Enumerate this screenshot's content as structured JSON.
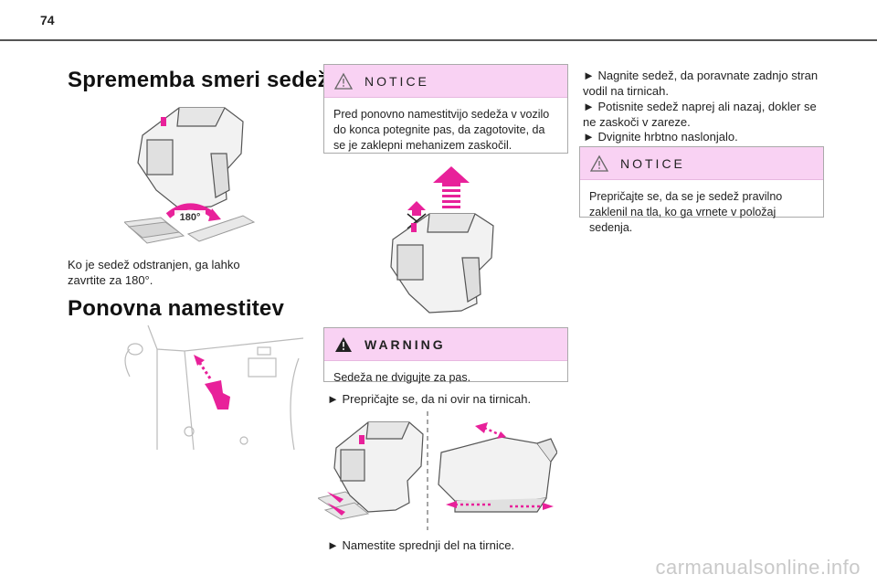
{
  "page_number": "74",
  "left": {
    "heading1": "Sprememba smeri sedeža",
    "badge_180": "180°",
    "paragraph1": "Ko je sedež odstranjen, ga lahko zavrtite za 180°.",
    "heading2": "Ponovna namestitev"
  },
  "middle": {
    "notice_title": "NOTICE",
    "notice_text": "Pred ponovno namestitvijo sedeža v vozilo do konca potegnite pas, da zagotovite, da se je zaklepni mehanizem zaskočil.",
    "warning_title": "WARNING",
    "warning_text": "Sedeža ne dvigujte za pas.",
    "step1": "► Prepričajte se, da ni ovir na tirnicah.",
    "step2": "► Namestite sprednji del na tirnice."
  },
  "right": {
    "step_a": "► Nagnite sedež, da poravnate zadnjo stran vodil na tirnicah.",
    "step_b": "► Potisnite sedež naprej ali nazaj, dokler se ne zaskoči v zareze.",
    "step_c": "► Dvignite hrbtno naslonjalo.",
    "notice_title": "NOTICE",
    "notice_text": "Prepričajte se, da se je sedež pravilno zaklenil na tla, ko ga vrnete v položaj sedenja."
  },
  "watermark": "carmanualsonline.info",
  "colors": {
    "accent_magenta": "#e8219a",
    "box_header": "#f9d2f3"
  },
  "icons": [
    "warning-triangle-outline-icon",
    "warning-triangle-filled-icon"
  ]
}
